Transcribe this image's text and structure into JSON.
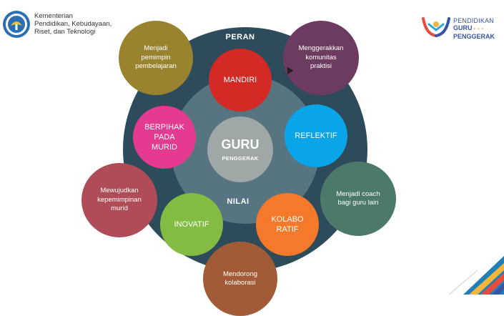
{
  "header": {
    "ministry_text": "Kementerian\nPendidikan, Kebudayaan,\nRiset, dan Teknologi",
    "program_line1": "PENDIDIKAN",
    "program_line2": "GURU",
    "program_line3": "PENGGERAK",
    "program_dots": "• • •"
  },
  "diagram": {
    "center_title": "GURU",
    "center_subtitle": "PENGGERAK",
    "outer_ring_label": "PERAN",
    "inner_ring_label": "NILAI",
    "values": [
      {
        "label": "MANDIRI",
        "color": "#d32a25"
      },
      {
        "label": "REFLEKTIF",
        "color": "#0aa4e8"
      },
      {
        "label": "KOLABO\nRATIF",
        "color": "#f4792a"
      },
      {
        "label": "INOVATIF",
        "color": "#82bc43"
      },
      {
        "label": "BERPIHAK\nPADA\nMURID",
        "color": "#e43a8f"
      }
    ],
    "roles": [
      {
        "label": "Menjadi\npemimpin\npembelajaran",
        "color": "#9a832f"
      },
      {
        "label": "Menggerakkan\nkomunitas\npraktisi",
        "color": "#6e3b60"
      },
      {
        "label": "Menjadi coach\nbagi guru lain",
        "color": "#4c7a6a"
      },
      {
        "label": "Mendorong\nkolaborasi",
        "color": "#a35a36"
      },
      {
        "label": "Mewujudkan\nkepemimpinan\nmurid",
        "color": "#b04c57"
      }
    ]
  },
  "colors": {
    "outer_ring": "#2d4b5a",
    "inner_ring": "#567580",
    "center": "#9fa8a6"
  }
}
